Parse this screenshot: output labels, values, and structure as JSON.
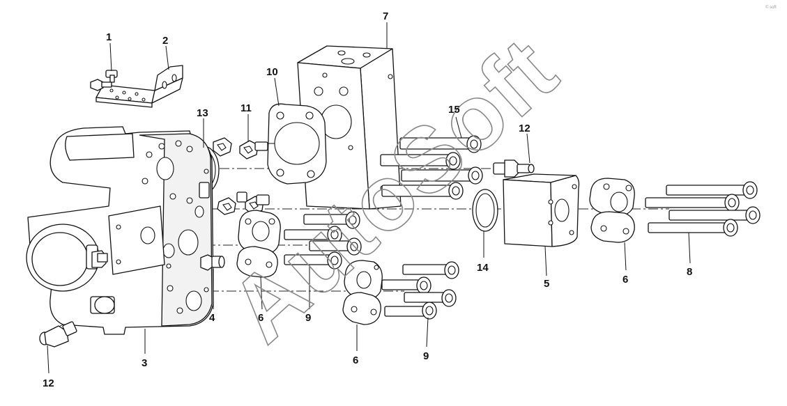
{
  "watermark": "AutoSoft",
  "corner_mark": "© soft",
  "callouts": [
    {
      "label": "1"
    },
    {
      "label": "2"
    },
    {
      "label": "7"
    },
    {
      "label": "10"
    },
    {
      "label": "11"
    },
    {
      "label": "13"
    },
    {
      "label": "15"
    },
    {
      "label": "12"
    },
    {
      "label": "14"
    },
    {
      "label": "5"
    },
    {
      "label": "6"
    },
    {
      "label": "8"
    },
    {
      "label": "4"
    },
    {
      "label": "6"
    },
    {
      "label": "9"
    },
    {
      "label": "3"
    },
    {
      "label": "6"
    },
    {
      "label": "9"
    },
    {
      "label": "12"
    }
  ]
}
